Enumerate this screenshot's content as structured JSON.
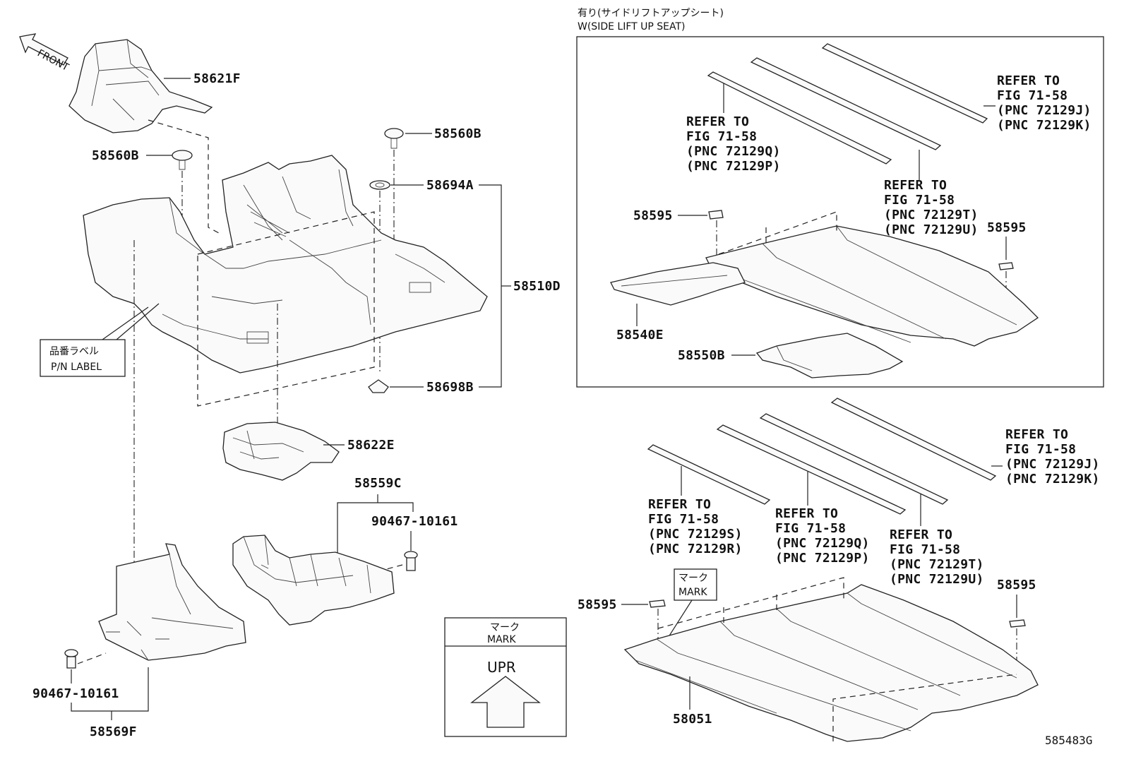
{
  "diagram": {
    "direction_label": "FRONT",
    "option_title_jp": "有り(サイドリフトアップシート)",
    "option_title_en": "W(SIDE LIFT UP SEAT)",
    "pn_label_jp": "品番ラベル",
    "pn_label_en": "P/N LABEL",
    "mark_jp": "マーク",
    "mark_en": "MARK",
    "upr": "UPR",
    "figure_id": "585483G",
    "parts": {
      "p58621F": "58621F",
      "p58560B_right": "58560B",
      "p58560B_left": "58560B",
      "p58694A": "58694A",
      "p58510D": "58510D",
      "p58698B": "58698B",
      "p58622E": "58622E",
      "p58559C": "58559C",
      "p90467_right": "90467-10161",
      "p90467_left": "90467-10161",
      "p58569F": "58569F",
      "p58595_a": "58595",
      "p58595_b": "58595",
      "p58595_c": "58595",
      "p58595_d": "58595",
      "p58540E": "58540E",
      "p58550B": "58550B",
      "p58051": "58051"
    },
    "refs": {
      "top_left": [
        "REFER TO",
        "FIG 71-58",
        "(PNC 72129Q)",
        "(PNC 72129P)"
      ],
      "top_right": [
        "REFER TO",
        "FIG 71-58",
        "(PNC 72129J)",
        "(PNC 72129K)"
      ],
      "top_mid": [
        "REFER TO",
        "FIG 71-58",
        "(PNC 72129T)",
        "(PNC 72129U)"
      ],
      "bot_left": [
        "REFER TO",
        "FIG 71-58",
        "(PNC 72129S)",
        "(PNC 72129R)"
      ],
      "bot_mid": [
        "REFER TO",
        "FIG 71-58",
        "(PNC 72129Q)",
        "(PNC 72129P)"
      ],
      "bot_right": [
        "REFER TO",
        "FIG 71-58",
        "(PNC 72129J)",
        "(PNC 72129K)"
      ],
      "bot_mid2": [
        "REFER TO",
        "FIG 71-58",
        "(PNC 72129T)",
        "(PNC 72129U)"
      ]
    }
  }
}
